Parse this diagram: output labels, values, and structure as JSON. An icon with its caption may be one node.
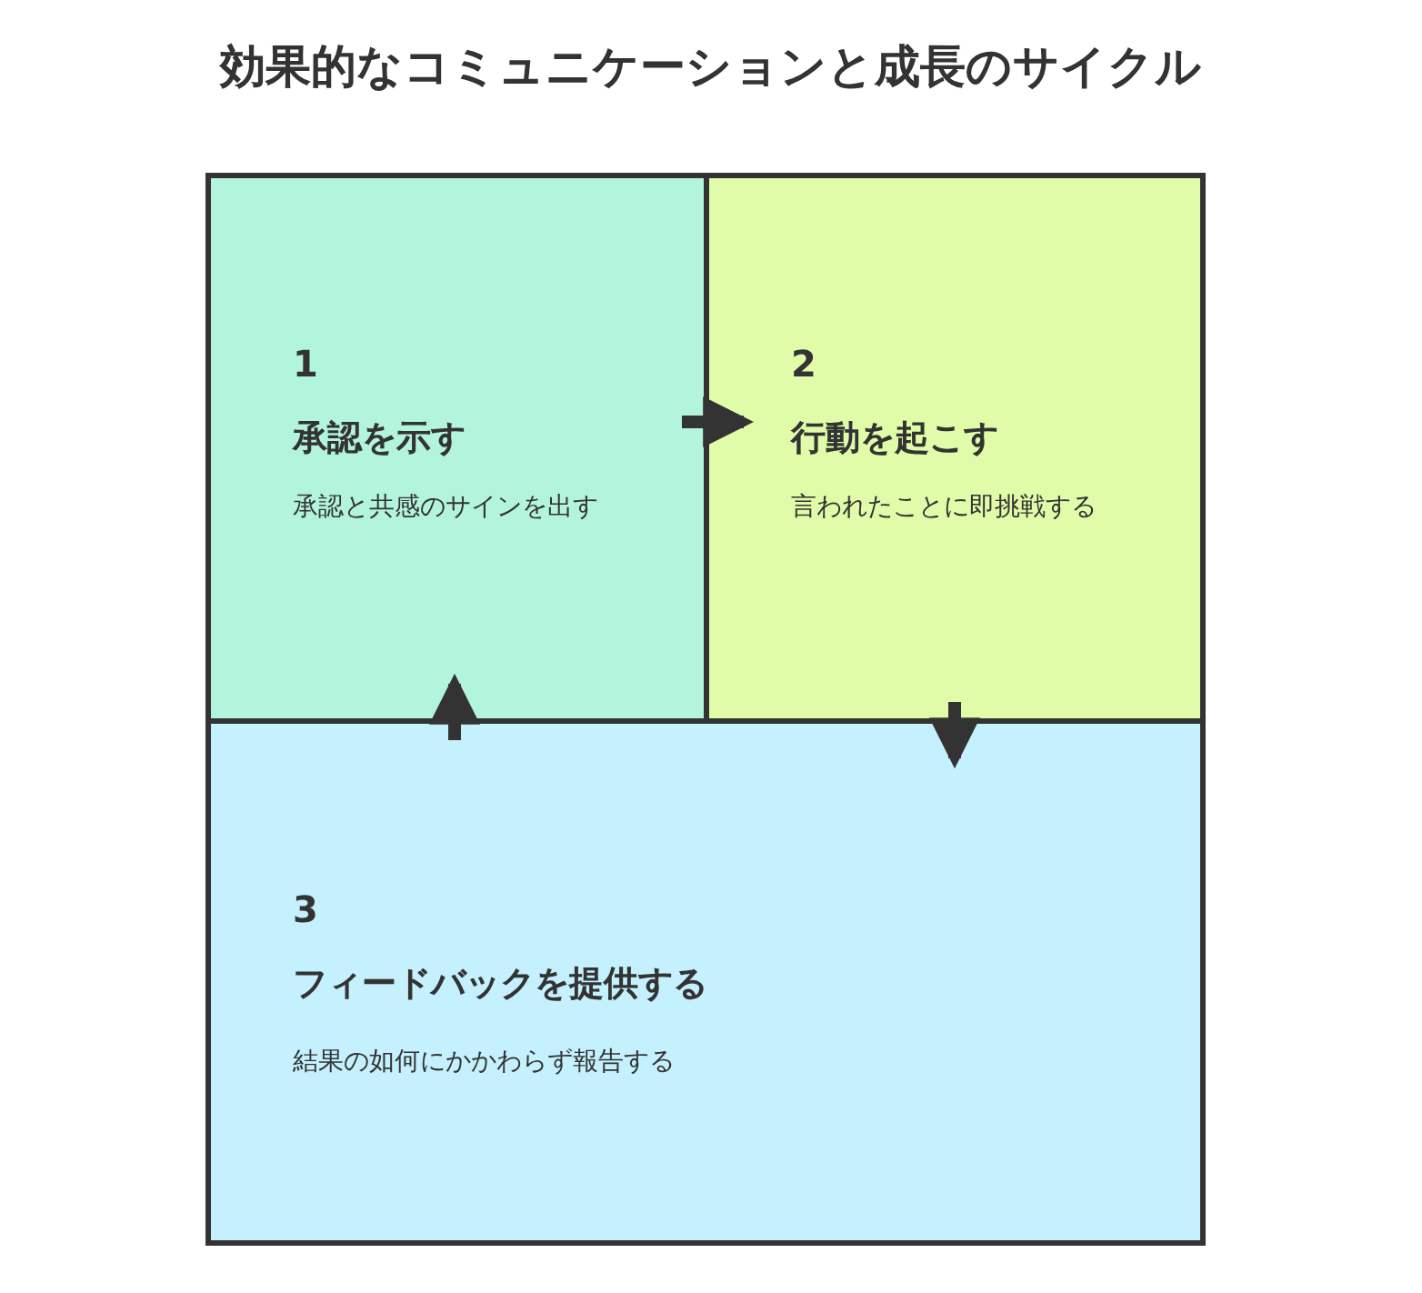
{
  "diagram": {
    "title": "効果的なコミュニケーションと成長のサイクル",
    "nodes": [
      {
        "text": [
          "1",
          "承認を示す",
          "承認と共感のサインを出す"
        ]
      },
      {
        "text": [
          "2",
          "行動を起こす",
          "言われたことに即挑戦する"
        ]
      },
      {
        "text": [
          "3",
          "フィードバックを提供する",
          "結果の如何にかかわらず報告する"
        ]
      }
    ],
    "edges": [
      {
        "from": 0,
        "to": 1,
        "arrow": "to"
      },
      {
        "from": 1,
        "to": 2,
        "arrow": "to"
      },
      {
        "from": 2,
        "to": 0,
        "arrow": "to"
      }
    ]
  }
}
